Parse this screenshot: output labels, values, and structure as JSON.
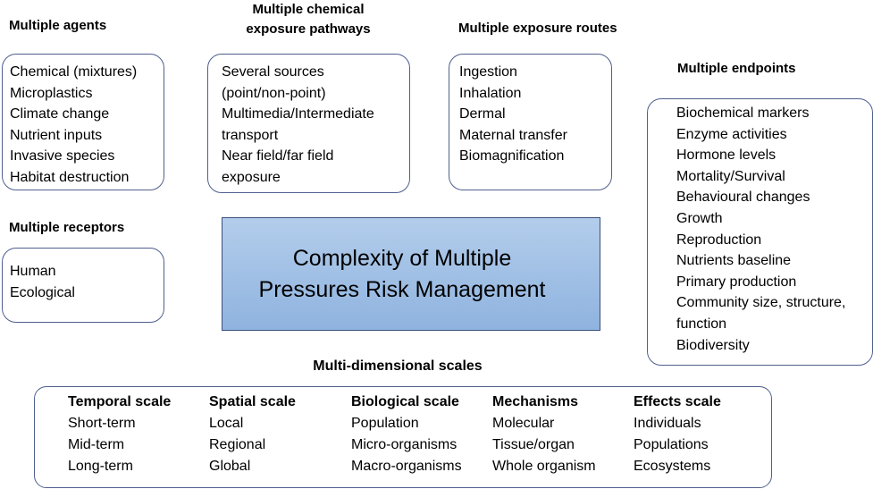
{
  "agents": {
    "title": "Multiple agents",
    "items": [
      "Chemical (mixtures)",
      "Microplastics",
      "Climate change",
      "Nutrient inputs",
      "Invasive species",
      "Habitat destruction"
    ]
  },
  "pathways": {
    "title_lines": [
      "Multiple chemical",
      "exposure pathways"
    ],
    "items": [
      "Several sources",
      "(point/non-point)",
      "Multimedia/Intermediate",
      "transport",
      "Near field/far field",
      "exposure"
    ]
  },
  "routes": {
    "title": "Multiple exposure routes",
    "items": [
      "Ingestion",
      "Inhalation",
      "Dermal",
      "Maternal transfer",
      "Biomagnification"
    ]
  },
  "endpoints": {
    "title": "Multiple endpoints",
    "items": [
      "Biochemical markers",
      "Enzyme activities",
      "Hormone levels",
      "Mortality/Survival",
      "Behavioural changes",
      "Growth",
      "Reproduction",
      "Nutrients baseline",
      "Primary production",
      "Community size, structure,",
      "function",
      "Biodiversity"
    ]
  },
  "receptors": {
    "title": "Multiple receptors",
    "items": [
      "Human",
      "Ecological"
    ]
  },
  "center": {
    "lines": [
      "Complexity of Multiple",
      "Pressures Risk Management"
    ]
  },
  "scales": {
    "title": "Multi-dimensional scales",
    "columns": [
      {
        "header": "Temporal scale",
        "items": [
          "Short-term",
          "Mid-term",
          "Long-term"
        ]
      },
      {
        "header": "Spatial scale",
        "items": [
          "Local",
          "Regional",
          "Global"
        ]
      },
      {
        "header": "Biological scale",
        "items": [
          "Population",
          "Micro-organisms",
          "Macro-organisms"
        ]
      },
      {
        "header": "Mechanisms",
        "items": [
          "Molecular",
          "Tissue/organ",
          "Whole organism"
        ]
      },
      {
        "header": "Effects scale",
        "items": [
          "Individuals",
          "Populations",
          "Ecosystems"
        ]
      }
    ]
  }
}
